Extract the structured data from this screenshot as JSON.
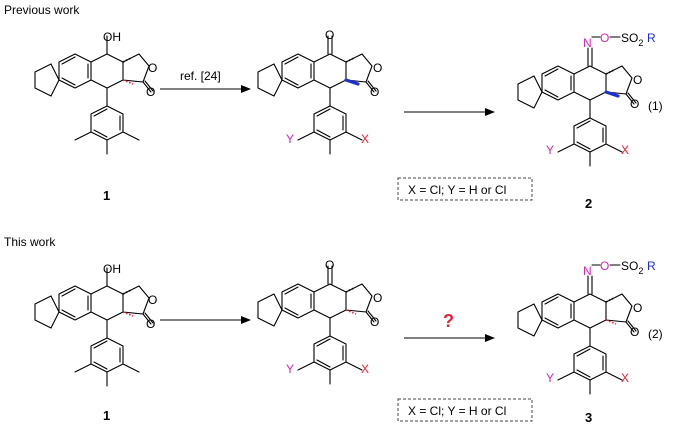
{
  "sections": {
    "previous_work": "Previous work",
    "this_work": "This work"
  },
  "arrows": {
    "ref_label": "ref. [24]",
    "question_mark": "?"
  },
  "compounds": {
    "podophyllotoxin_label": "1",
    "product_top_label": "2",
    "product_bottom_label": "3"
  },
  "atoms": {
    "OH": "OH",
    "O": "O",
    "N": "N",
    "SO2": "SO",
    "sub2": "2",
    "R": "R",
    "X": "X",
    "Y": "Y"
  },
  "conditions_box": "X = Cl; Y = H or Cl",
  "equation_numbers": {
    "eq1": "(1)",
    "eq2": "(2)"
  },
  "colors": {
    "magenta": "#d428b4",
    "blue": "#1f2fd6",
    "red": "#e6213a"
  }
}
